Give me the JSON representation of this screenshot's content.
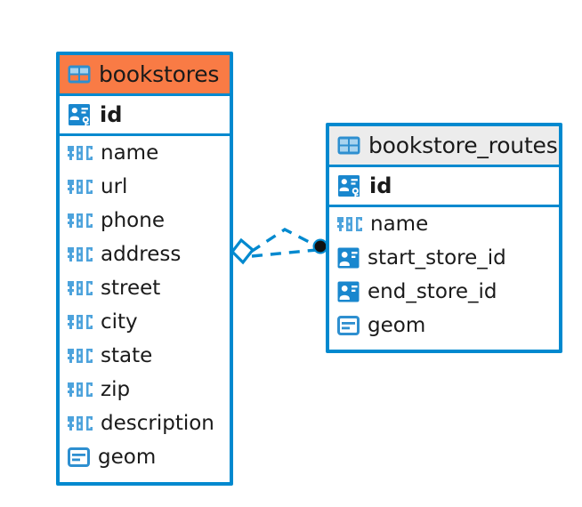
{
  "diagram": {
    "type": "entity-relationship-diagram",
    "background": "#ffffff",
    "accent_color": "#0089CF",
    "selected_color": "#F97B45",
    "header_color": "#ECECEC"
  },
  "entities": [
    {
      "name": "bookstores",
      "selected": true,
      "header_icon": "table-icon",
      "primary_key": {
        "label": "id",
        "icon": "primary-key-icon"
      },
      "fields": [
        {
          "label": "name",
          "icon": "abc-text-icon"
        },
        {
          "label": "url",
          "icon": "abc-text-icon"
        },
        {
          "label": "phone",
          "icon": "abc-text-icon"
        },
        {
          "label": "address",
          "icon": "abc-text-icon"
        },
        {
          "label": "street",
          "icon": "abc-text-icon"
        },
        {
          "label": "city",
          "icon": "abc-text-icon"
        },
        {
          "label": "state",
          "icon": "abc-text-icon"
        },
        {
          "label": "zip",
          "icon": "abc-text-icon"
        },
        {
          "label": "description",
          "icon": "abc-text-icon"
        },
        {
          "label": "geom",
          "icon": "geometry-icon"
        }
      ]
    },
    {
      "name": "bookstore_routes",
      "selected": false,
      "header_icon": "table-icon",
      "primary_key": {
        "label": "id",
        "icon": "primary-key-icon"
      },
      "fields": [
        {
          "label": "name",
          "icon": "abc-text-icon"
        },
        {
          "label": "start_store_id",
          "icon": "foreign-key-icon"
        },
        {
          "label": "end_store_id",
          "icon": "foreign-key-icon"
        },
        {
          "label": "geom",
          "icon": "geometry-icon"
        }
      ]
    }
  ],
  "relationship": {
    "style": "dashed",
    "color": "#0089CF",
    "source_endpoint": "diamond",
    "target_endpoint": "filled-circle",
    "target_endpoint_color": "#111111"
  }
}
